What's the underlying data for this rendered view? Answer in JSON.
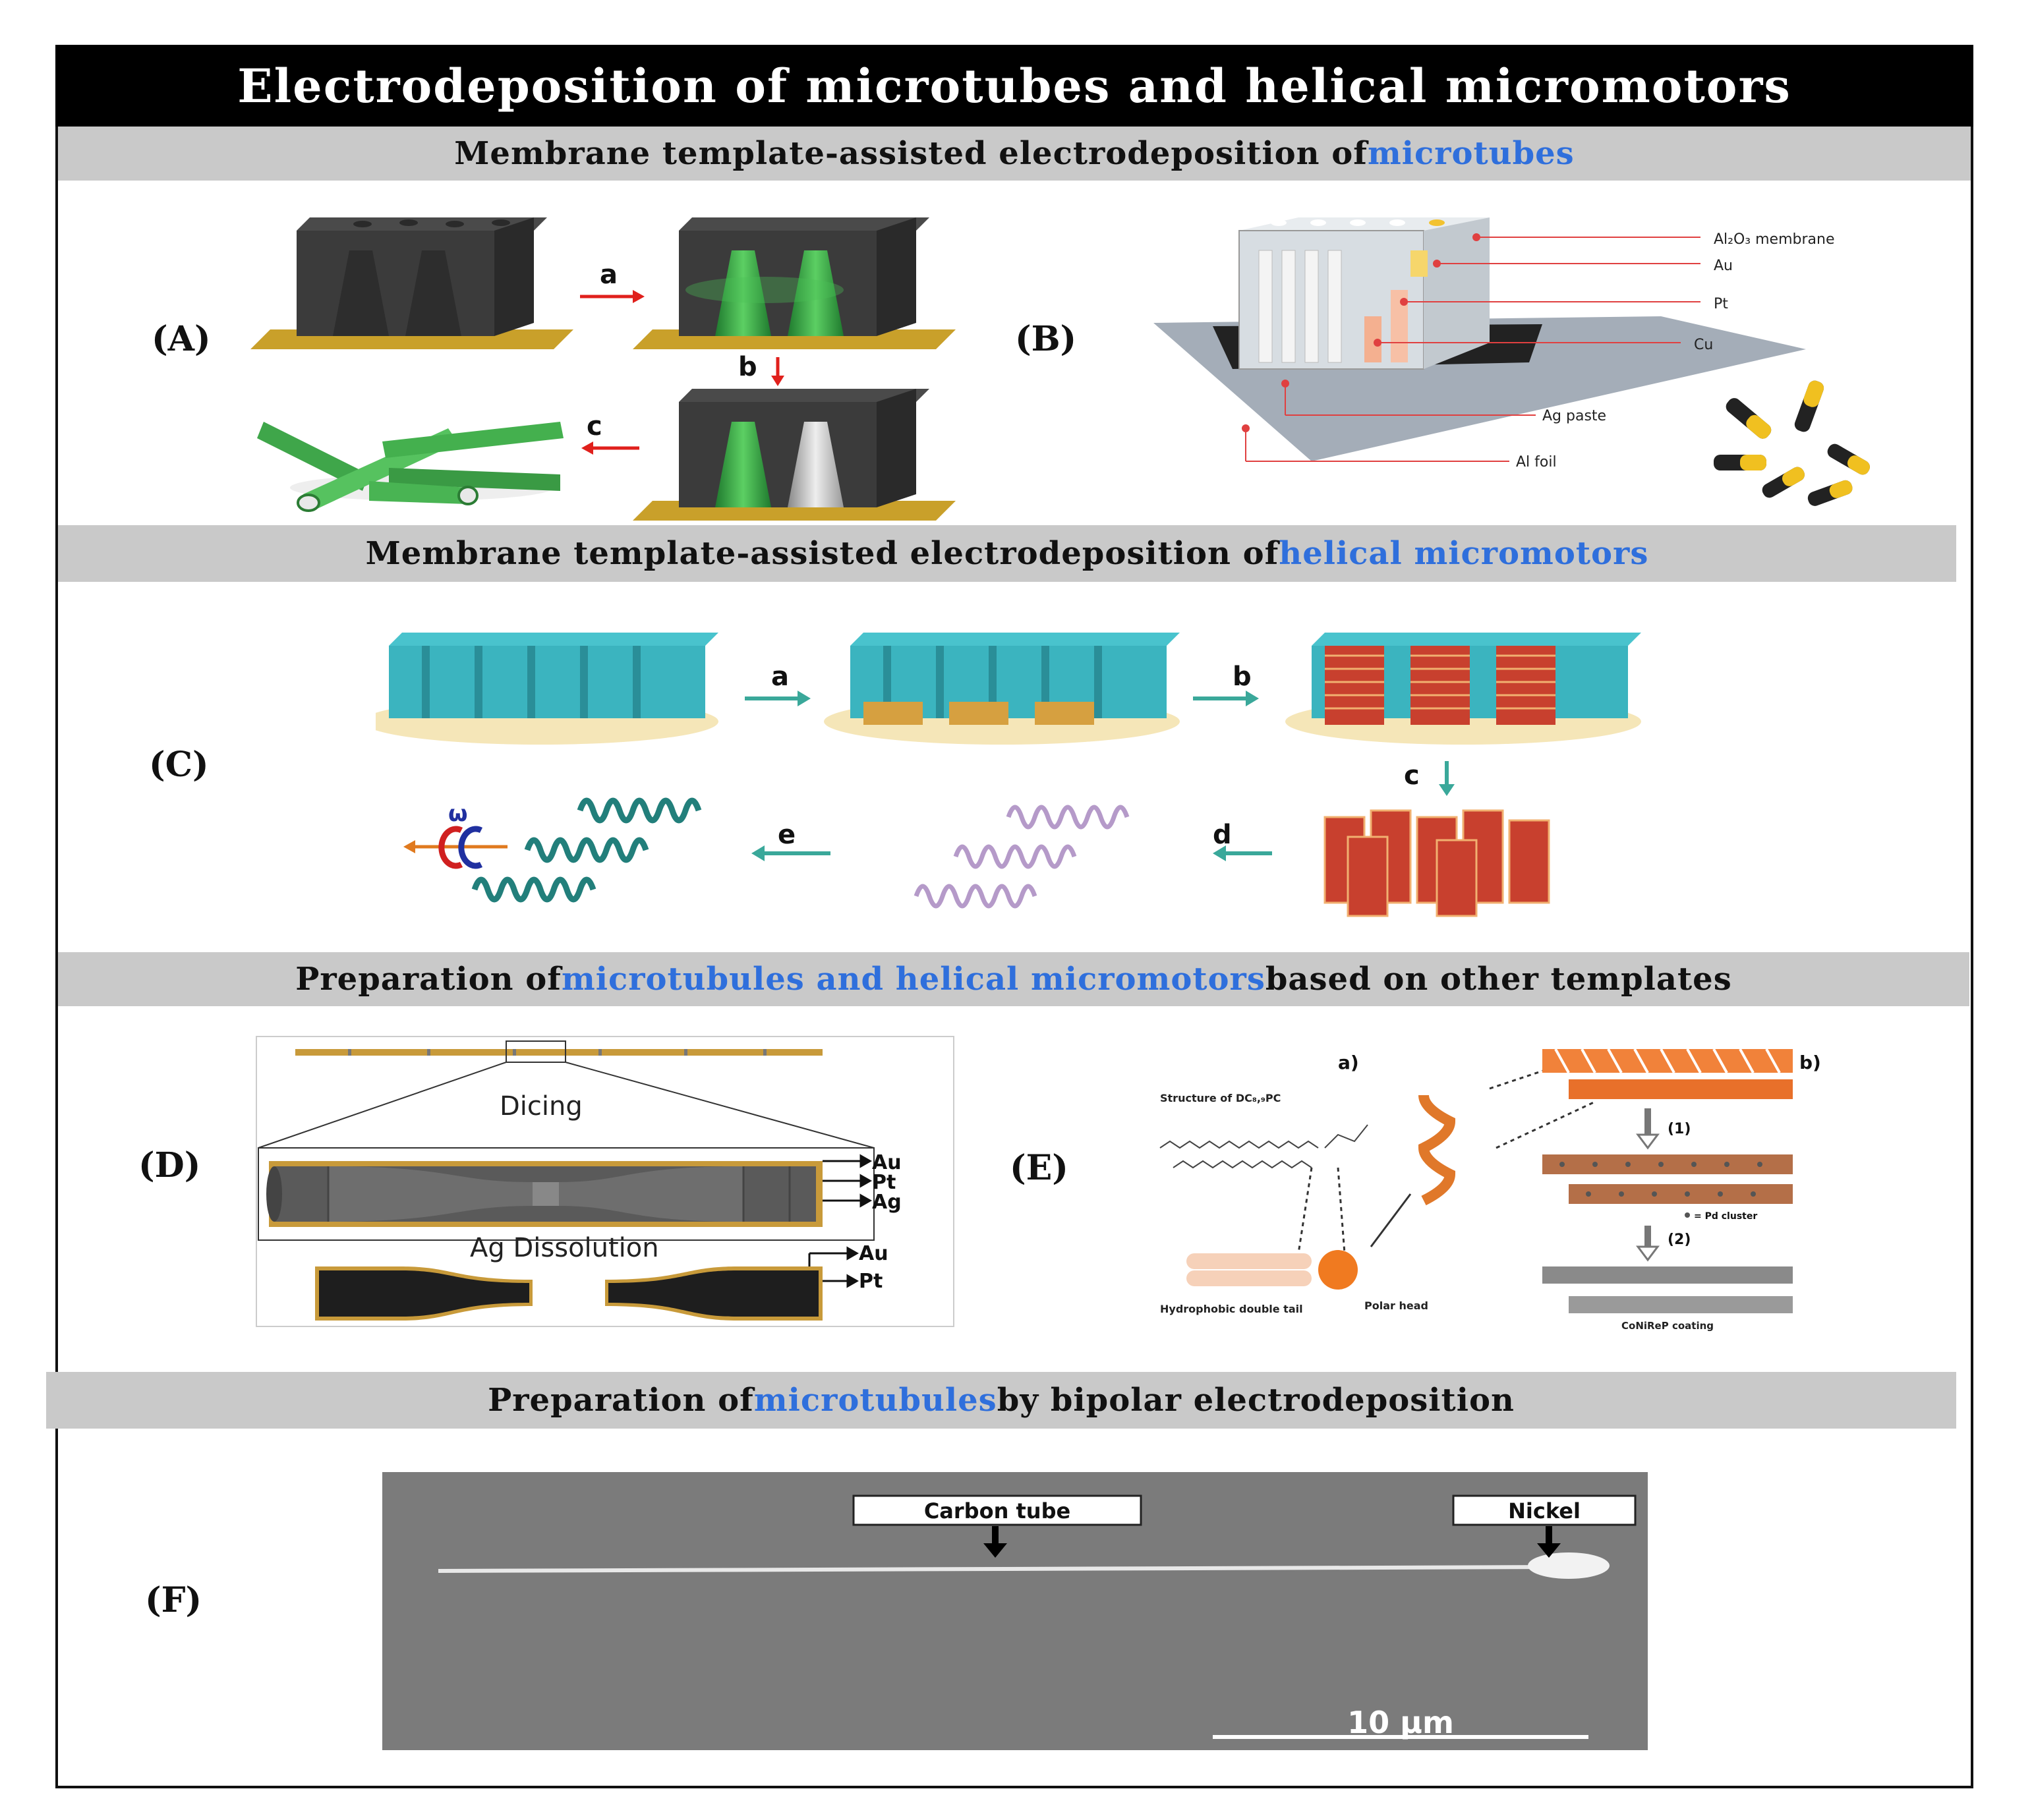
{
  "title": "Electrodeposition of microtubes and helical micromotors",
  "sections": {
    "s1": {
      "pre": "Membrane template-assisted electrodeposition of ",
      "hl": "microtubes",
      "post": ""
    },
    "s2": {
      "pre": "Membrane template-assisted electrodeposition of ",
      "hl": "helical micromotors",
      "post": ""
    },
    "s3": {
      "pre": "Preparation of ",
      "hl": "microtubules and helical micromotors",
      "post": " based on other templates"
    },
    "s4": {
      "pre": "Preparation of ",
      "hl": "microtubules",
      "post": " by bipolar electrodeposition"
    }
  },
  "panel_labels": {
    "A": "(A)",
    "B": "(B)",
    "C": "(C)",
    "D": "(D)",
    "E": "(E)",
    "F": "(F)"
  },
  "panelA": {
    "step_a": "a",
    "step_b": "b",
    "step_c": "c"
  },
  "panelB": {
    "al2o3": "Al₂O₃ membrane",
    "au": "Au",
    "pt": "Pt",
    "cu": "Cu",
    "ag_paste": "Ag paste",
    "al_foil": "Al foil"
  },
  "panelC": {
    "a": "a",
    "b": "b",
    "c": "c",
    "d": "d",
    "e": "e",
    "omega": "ω"
  },
  "panelD": {
    "dicing": "Dicing",
    "ag_dissolution": "Ag Dissolution",
    "au": "Au",
    "pt": "Pt",
    "ag": "Ag",
    "au2": "Au",
    "pt2": "Pt"
  },
  "panelE": {
    "a": "a)",
    "b": "b)",
    "structure": "Structure of DC₈,₉PC",
    "hydrophobic": "Hydrophobic double tail",
    "polar": "Polar head",
    "step1": "(1)",
    "step2": "(2)",
    "pd": "= Pd cluster",
    "coating": "CoNiReP coating"
  },
  "panelF": {
    "carbon_tube": "Carbon tube",
    "nickel": "Nickel",
    "scale": "10 μm"
  },
  "colors": {
    "accent": "#2f6fdc",
    "section_bg": "#c9c9c9",
    "title_bg": "#000000",
    "arrow_red": "#e0201c",
    "arrow_green": "#3aa89a"
  }
}
